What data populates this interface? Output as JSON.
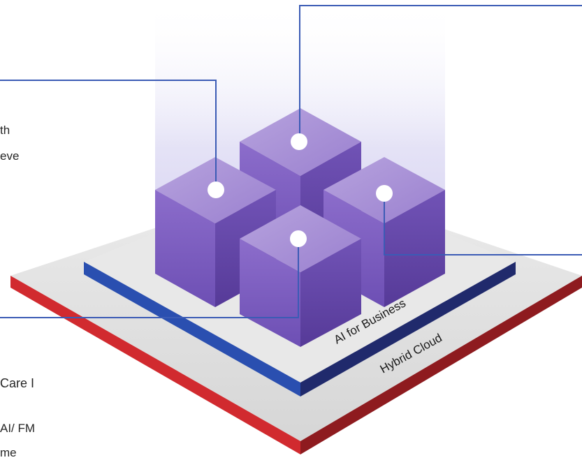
{
  "diagram": {
    "platform_outer_label": "Hybrid Cloud",
    "platform_inner_label": "AI for Business",
    "left_text_fragments": [
      "th",
      "eve"
    ],
    "bottom_left_title_fragment": "Care I",
    "bottom_left_text_fragments": [
      "AI/ FM",
      "me"
    ],
    "colors": {
      "cube_top": "#a48ad4",
      "cube_left": "#7b5cbf",
      "cube_right": "#6446a8",
      "outer_edge_front": "#d12a2f",
      "outer_edge_right": "#8e1b1f",
      "inner_edge_front": "#2a4fb0",
      "inner_edge_right": "#202a6c",
      "connector_line": "#3b5bb5",
      "platform_top": "#e0e0e0"
    },
    "callout_dots": [
      "top-cube",
      "left-cube",
      "right-cube",
      "front-cube"
    ]
  }
}
